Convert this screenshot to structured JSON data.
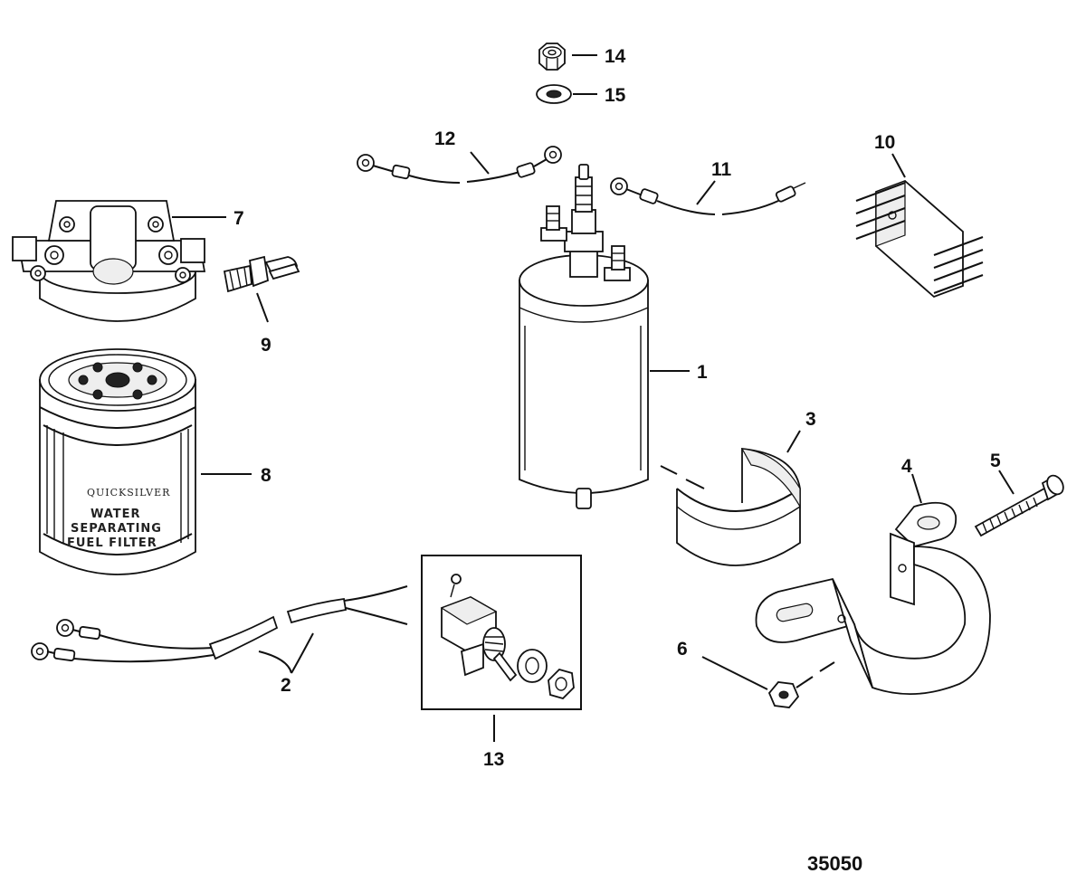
{
  "diagram": {
    "figure_number": "35050",
    "callouts": [
      {
        "id": "1",
        "label": "1"
      },
      {
        "id": "2",
        "label": "2"
      },
      {
        "id": "3",
        "label": "3"
      },
      {
        "id": "4",
        "label": "4"
      },
      {
        "id": "5",
        "label": "5"
      },
      {
        "id": "6",
        "label": "6"
      },
      {
        "id": "7",
        "label": "7"
      },
      {
        "id": "8",
        "label": "8"
      },
      {
        "id": "9",
        "label": "9"
      },
      {
        "id": "10",
        "label": "10"
      },
      {
        "id": "11",
        "label": "11"
      },
      {
        "id": "12",
        "label": "12"
      },
      {
        "id": "13",
        "label": "13"
      },
      {
        "id": "14",
        "label": "14"
      },
      {
        "id": "15",
        "label": "15"
      }
    ],
    "filter_text": {
      "brand": "QUICKSILVER",
      "line1": "WATER",
      "line2": "SEPARATING",
      "line3": "FUEL FILTER"
    }
  }
}
